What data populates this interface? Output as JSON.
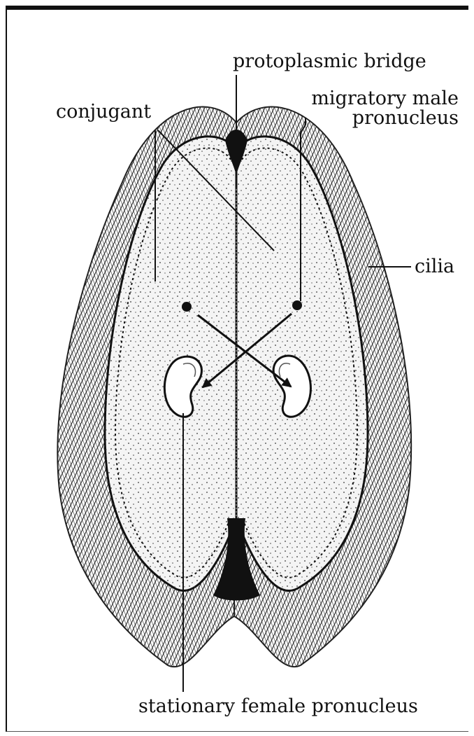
{
  "labels": {
    "protoplasmic_bridge": "protoplasmic bridge",
    "migratory_male_line1": "migratory male",
    "migratory_male_line2": "pronucleus",
    "conjugant": "conjugant",
    "cilia": "cilia",
    "stationary_female": "stationary female pronucleus"
  },
  "colors": {
    "ink": "#111111",
    "cilia": "#2a2a2a",
    "cytoplasm": "#f2f2f2",
    "paper": "#ffffff"
  }
}
